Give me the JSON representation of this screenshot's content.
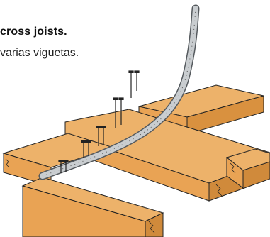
{
  "caption": {
    "english": "cross joists.",
    "spanish": "varias viguetas."
  },
  "illustration": {
    "wood_color": "#E9A354",
    "wood_dark": "#D08A3B",
    "strap_color": "#C9CDD0",
    "strap_edge": "#6E7378",
    "nail_color": "#222222",
    "fastener_count": 10
  }
}
